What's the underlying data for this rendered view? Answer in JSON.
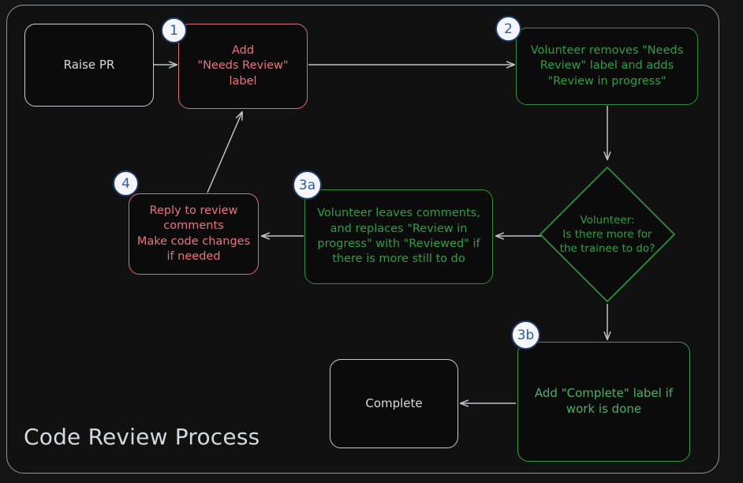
{
  "diagram": {
    "title": "Code Review Process",
    "type": "flowchart",
    "theme": {
      "background": "#141414",
      "frame_border": "#9aa0a6",
      "plain_border": "#c9ccd1",
      "plain_text": "#d7dade",
      "red_border": "#e06c75",
      "red_text": "#e8737f",
      "green_border": "#2f8f3e",
      "green_text": "#2f9e44",
      "edge_color": "#bfc3c8",
      "badge_fill": "#f4f6fb",
      "badge_border": "#1f3a68",
      "badge_text": "#2f5c9e"
    },
    "nodes": [
      {
        "id": "raise-pr",
        "label": "Raise PR",
        "style": "plain"
      },
      {
        "id": "step1",
        "label": "Add\n\"Needs Review\"\nlabel",
        "style": "red",
        "badge": "1"
      },
      {
        "id": "step2",
        "label": "Volunteer removes \"Needs\nReview\" label and adds\n\"Review in progress\"",
        "style": "green",
        "badge": "2"
      },
      {
        "id": "decision",
        "label": "Volunteer:\nIs there more for\nthe trainee to do?",
        "style": "green-diamond"
      },
      {
        "id": "step3a",
        "label": "Volunteer leaves comments,\nand replaces \"Review in\nprogress\" with \"Reviewed\" if\nthere is more still to do",
        "style": "green",
        "badge": "3a"
      },
      {
        "id": "step4",
        "label": "Reply to review\ncomments\nMake code changes\nif needed",
        "style": "red",
        "badge": "4"
      },
      {
        "id": "step3b",
        "label": "Add \"Complete\" label if\nwork is done",
        "style": "green",
        "badge": "3b"
      },
      {
        "id": "complete",
        "label": "Complete",
        "style": "plain"
      }
    ],
    "edges": [
      {
        "from": "raise-pr",
        "to": "step1",
        "direction": "right"
      },
      {
        "from": "step1",
        "to": "step2",
        "direction": "right"
      },
      {
        "from": "step2",
        "to": "decision",
        "direction": "down"
      },
      {
        "from": "decision",
        "to": "step3a",
        "direction": "left"
      },
      {
        "from": "decision",
        "to": "step3b",
        "direction": "down"
      },
      {
        "from": "step3a",
        "to": "step4",
        "direction": "left"
      },
      {
        "from": "step4",
        "to": "step1",
        "direction": "up-right"
      },
      {
        "from": "step3b",
        "to": "complete",
        "direction": "left"
      }
    ]
  }
}
